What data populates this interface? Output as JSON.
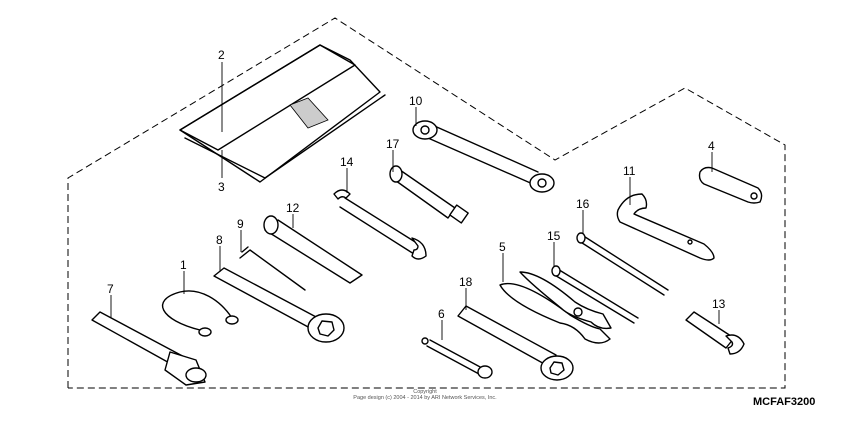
{
  "diagram": {
    "part_labels": [
      "1",
      "2",
      "3",
      "4",
      "5",
      "6",
      "7",
      "8",
      "9",
      "10",
      "11",
      "12",
      "13",
      "14",
      "15",
      "16",
      "17",
      "18"
    ],
    "copyright": "Copyright\nPage design (c) 2004 - 2014 by ARI Network Services, Inc.",
    "diagram_code": "MCFAF3200"
  }
}
